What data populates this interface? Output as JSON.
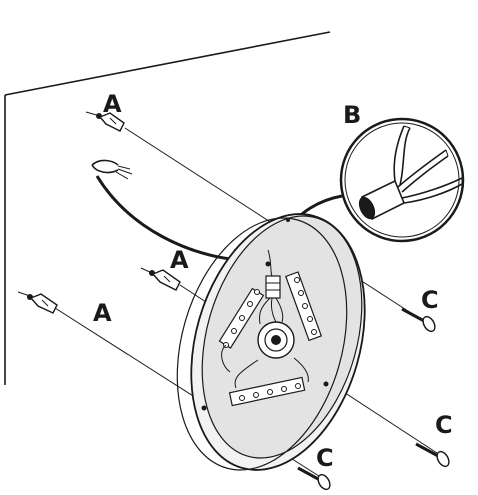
{
  "labels": {
    "anchor_a1": "A",
    "anchor_a2": "A",
    "anchor_a3": "A",
    "detail_b": "B",
    "screw_c1": "C",
    "screw_c2": "C",
    "screw_c3": "C"
  },
  "colors": {
    "line": "#1a1a1a",
    "plate_face": "#e3e3e3",
    "plate_rim": "#f2f2f2",
    "detail_bg": "#ffffff"
  }
}
